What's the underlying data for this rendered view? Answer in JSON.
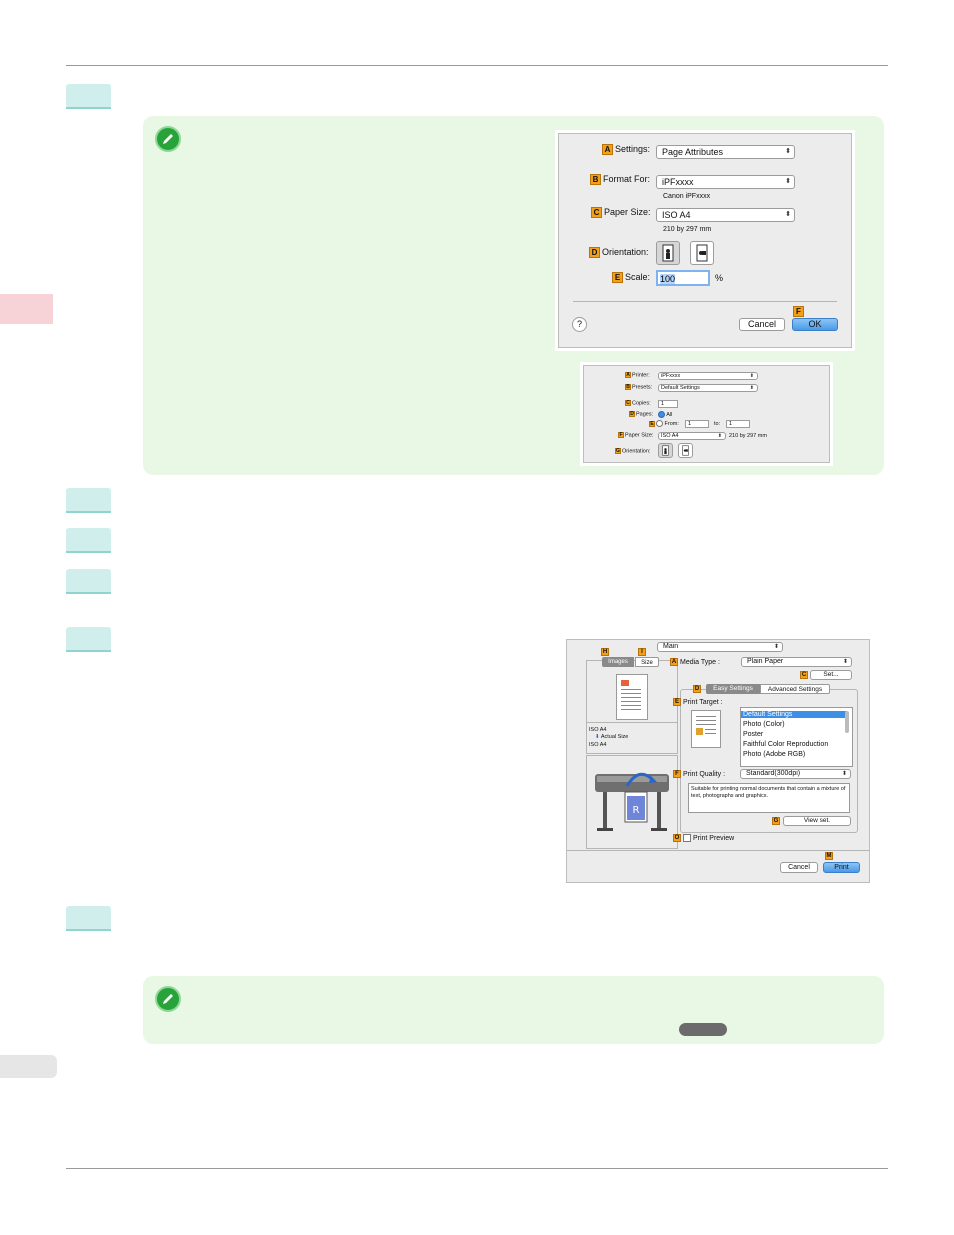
{
  "page": {
    "steps": [
      "",
      "",
      "",
      "",
      "",
      ""
    ]
  },
  "page_setup_dialog": {
    "settings_label": "Settings:",
    "settings_value": "Page Attributes",
    "format_for_label": "Format For:",
    "format_for_value": "iPFxxxx",
    "format_for_sub": "Canon iPFxxxx",
    "paper_size_label": "Paper Size:",
    "paper_size_value": "ISO A4",
    "paper_size_sub": "210 by 297 mm",
    "orientation_label": "Orientation:",
    "scale_label": "Scale:",
    "scale_value": "100",
    "scale_unit": "%",
    "help": "?",
    "cancel": "Cancel",
    "ok": "OK",
    "badges": {
      "a": "A",
      "b": "B",
      "c": "C",
      "d": "D",
      "e": "E",
      "f": "F"
    }
  },
  "print_dialog_small": {
    "printer_label": "Printer:",
    "printer_value": "iPFxxxx",
    "presets_label": "Presets:",
    "presets_value": "Default Settings",
    "copies_label": "Copies:",
    "copies_value": "1",
    "pages_label": "Pages:",
    "pages_all": "All",
    "pages_from": "From:",
    "pages_from_value": "1",
    "pages_to": "to:",
    "pages_to_value": "1",
    "paper_size_label": "Paper Size:",
    "paper_size_value": "ISO A4",
    "paper_size_sub": "210 by 297 mm",
    "orientation_label": "Orientation:",
    "badges": {
      "a": "A",
      "b": "B",
      "c": "C",
      "d": "D",
      "e": "E",
      "f": "F",
      "g": "G"
    }
  },
  "print_main_dialog": {
    "panel_value": "Main",
    "tab_images": "Images",
    "tab_size": "Size",
    "media_type_label": "Media Type :",
    "media_type_value": "Plain Paper",
    "set_button": "Set...",
    "tab_easy": "Easy Settings",
    "tab_advanced": "Advanced Settings",
    "print_target_label": "Print Target :",
    "print_targets": [
      "Default Settings",
      "Photo (Color)",
      "Poster",
      "Faithful Color Reproduction",
      "Photo (Adobe RGB)"
    ],
    "print_quality_label": "Print Quality :",
    "print_quality_value": "Standard(300dpi)",
    "description": "Suitable for printing normal documents that contain a mixture of text, photographs and graphics.",
    "view_set": "View set.",
    "print_preview": "Print Preview",
    "size_line1": "ISO A4",
    "size_line2": "Actual Size",
    "size_line3": "ISO A4",
    "cancel": "Cancel",
    "print": "Print",
    "badges": {
      "a": "A",
      "c": "C",
      "d": "D",
      "e": "E",
      "f": "F",
      "g": "G",
      "h": "H",
      "i": "I",
      "m": "M",
      "o": "O"
    }
  },
  "colors": {
    "note_bg": "#e9f8e4",
    "step_tab": "#cfeeec",
    "badge": "#f2a01a",
    "highlight": "#3d8ee6"
  }
}
